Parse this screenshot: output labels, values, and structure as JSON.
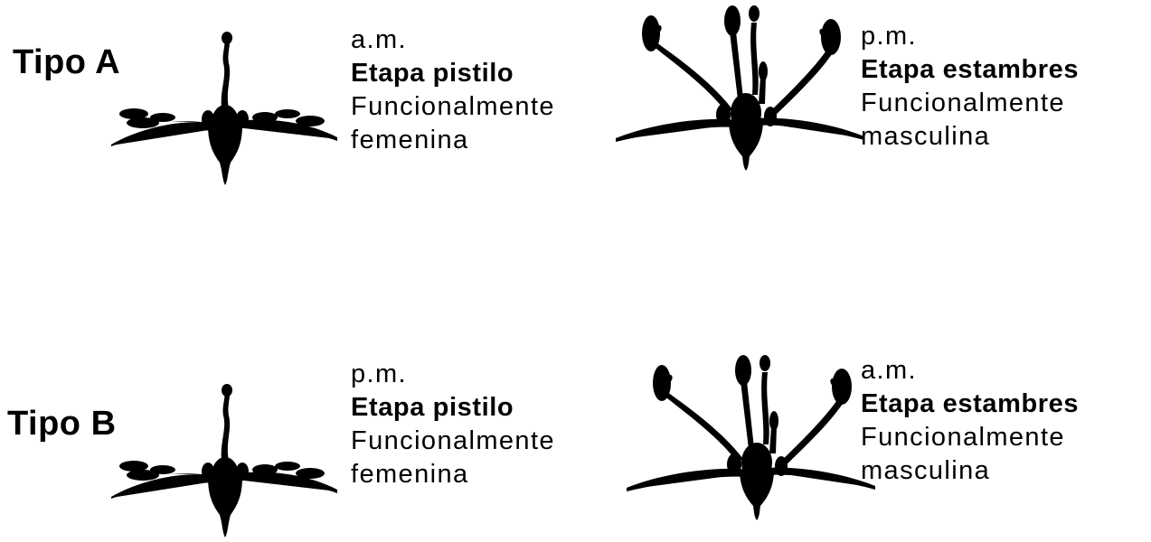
{
  "rows": [
    {
      "type_label": "Tipo A",
      "left": {
        "time": "a.m.",
        "stage": "Etapa pistilo",
        "line1": "Funcionalmente",
        "line2": "femenina",
        "drawing": "pistil-stage-flower"
      },
      "right": {
        "time": "p.m.",
        "stage": "Etapa estambres",
        "line1": "Funcionalmente",
        "line2": "masculina",
        "drawing": "stamen-stage-flower"
      }
    },
    {
      "type_label": "Tipo B",
      "left": {
        "time": "p.m.",
        "stage": "Etapa pistilo",
        "line1": "Funcionalmente",
        "line2": "femenina",
        "drawing": "pistil-stage-flower"
      },
      "right": {
        "time": "a.m.",
        "stage": "Etapa estambres",
        "line1": "Funcionalmente",
        "line2": "masculina",
        "drawing": "stamen-stage-flower"
      }
    }
  ]
}
